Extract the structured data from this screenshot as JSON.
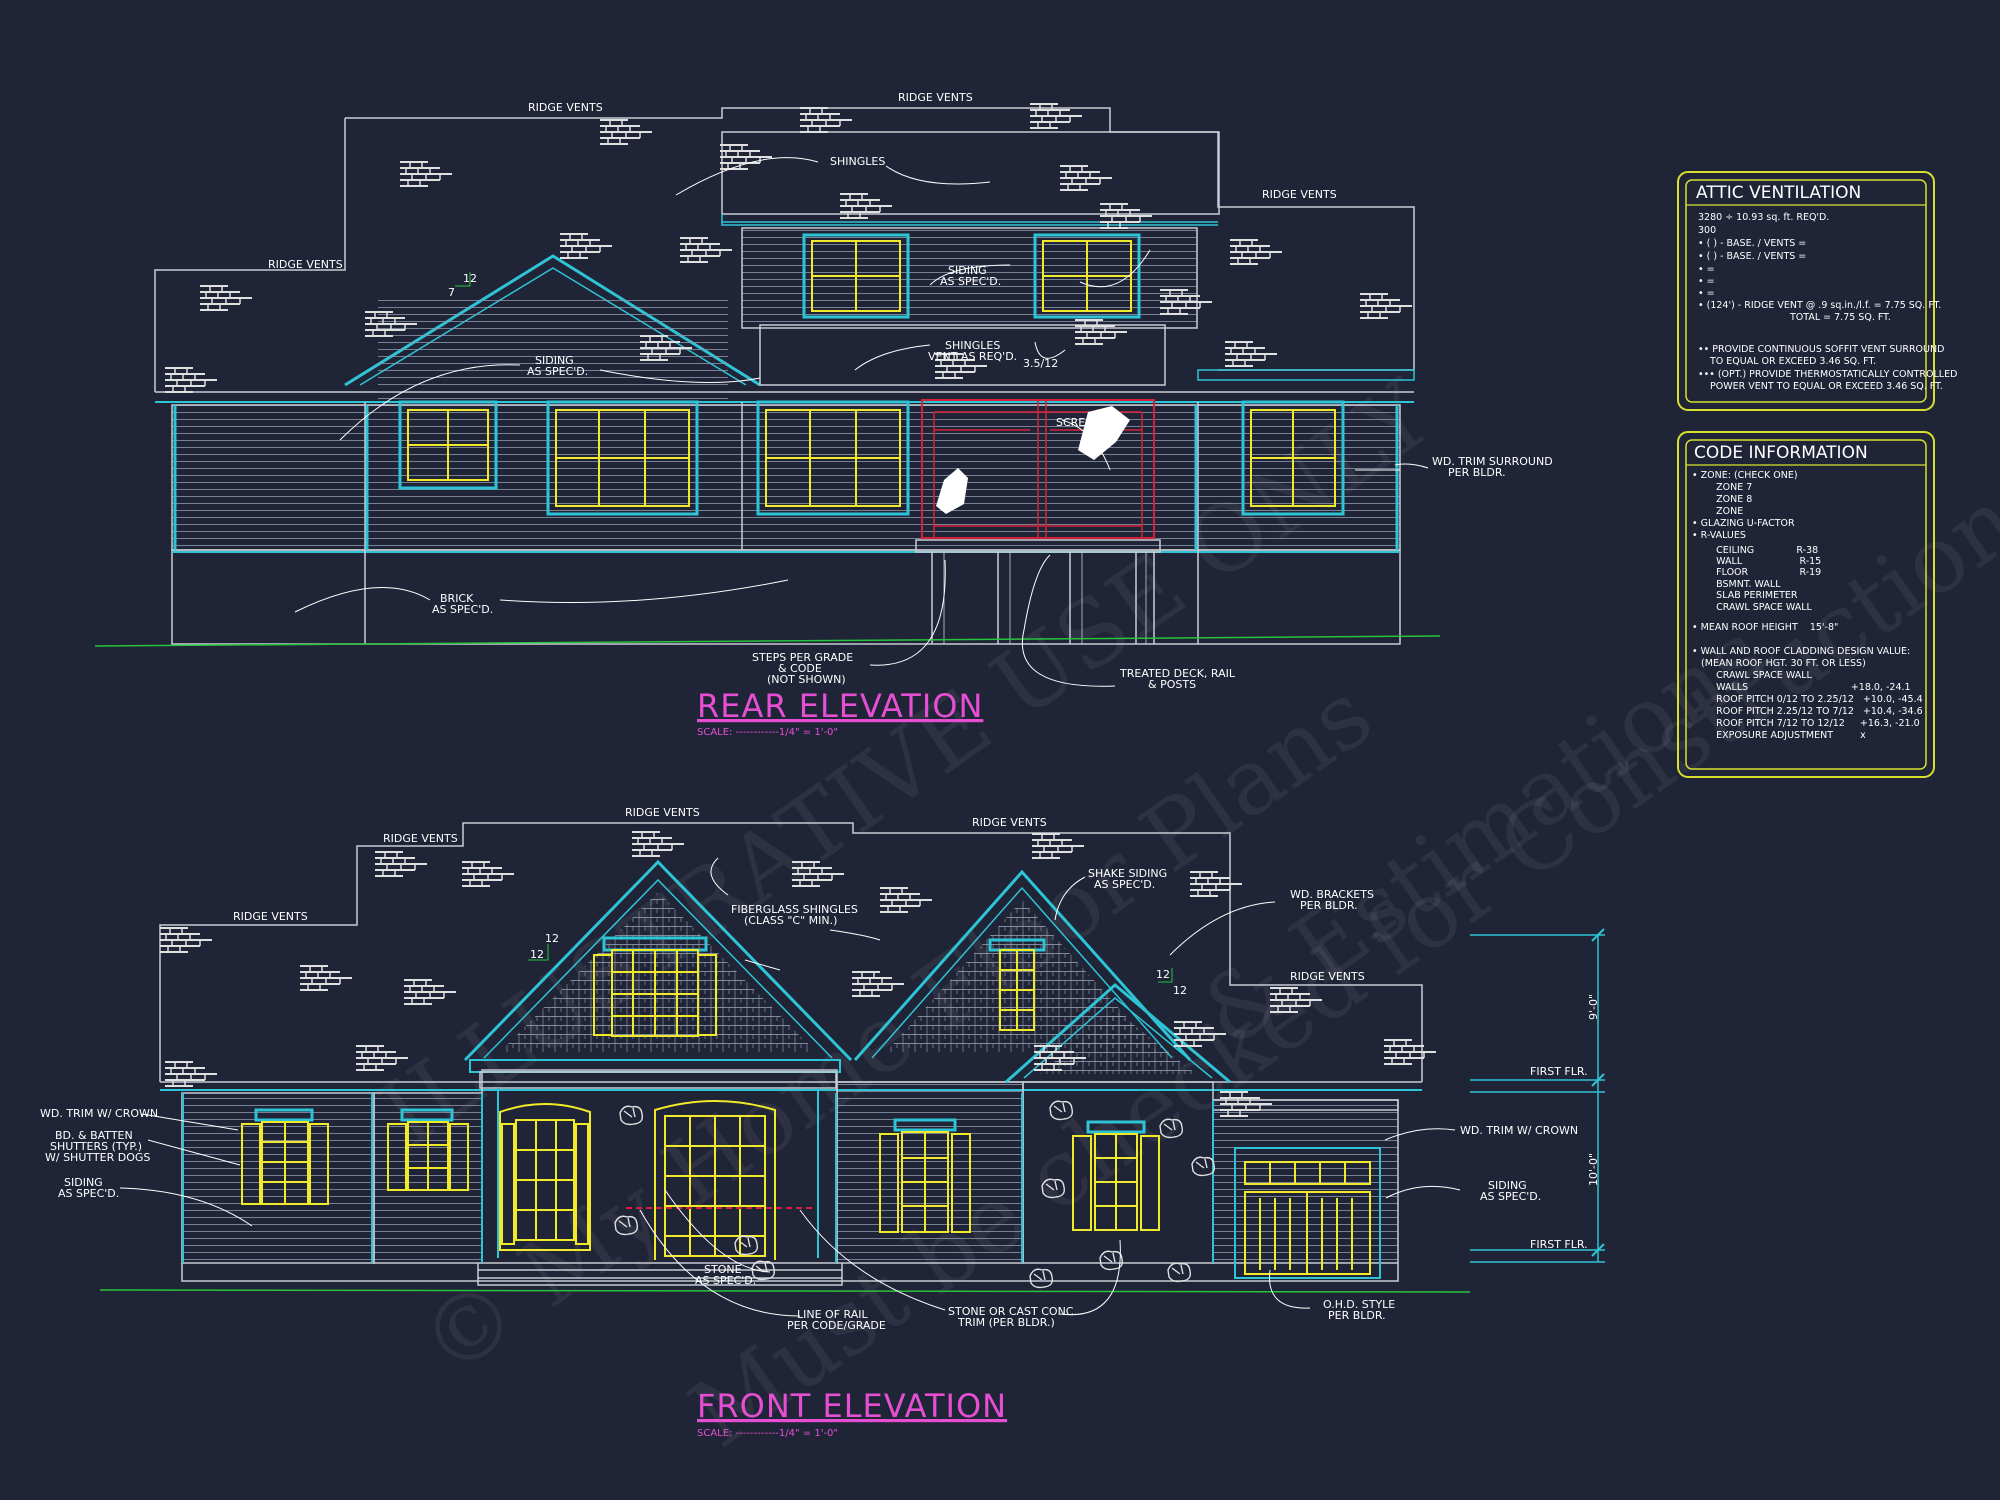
{
  "colors": {
    "background": "#1f2436",
    "linework": "#c9ccd4",
    "cyan": "#2ec4d6",
    "yellow": "#f0ea2a",
    "magenta": "#e64fd3",
    "red": "#d2213a",
    "green": "#27c43b",
    "panel_border": "#d7e02e"
  },
  "watermark": {
    "line1": "© My Home Floor Plans",
    "line2": "ILLUSTRATIVE USE ONLY",
    "line3": "Must be checked for Construction",
    "line4": "& Estimations"
  },
  "rear": {
    "title": "REAR ELEVATION",
    "scale": "SCALE: ------------1/4\" = 1'-0\"",
    "notes": {
      "ridge_vents_1": "RIDGE VENTS",
      "ridge_vents_2": "RIDGE VENTS",
      "ridge_vents_3": "RIDGE VENTS",
      "ridge_vents_4": "RIDGE VENTS",
      "shingles": "SHINGLES",
      "siding_upper_1": "SIDING",
      "siding_upper_2": "AS SPEC'D.",
      "siding_gable_1": "SIDING",
      "siding_gable_2": "AS SPEC'D.",
      "shingles_vent_1": "SHINGLES",
      "shingles_vent_2": "VENT AS REQ'D.",
      "pitch_a_rise": "12",
      "pitch_a_run": "7",
      "pitch_b": "3.5/12",
      "screen": "SCREEN",
      "wd_trim_1": "WD. TRIM SURROUND",
      "wd_trim_2": "PER BLDR.",
      "brick_1": "BRICK",
      "brick_2": "AS SPEC'D.",
      "steps_1": "STEPS PER GRADE",
      "steps_2": "& CODE",
      "steps_3": "(NOT SHOWN)",
      "deck_1": "TREATED DECK, RAIL",
      "deck_2": "& POSTS"
    }
  },
  "front": {
    "title": "FRONT ELEVATION",
    "scale": "SCALE: ------------1/4\" = 1'-0\"",
    "notes": {
      "ridge_vents_1": "RIDGE VENTS",
      "ridge_vents_2": "RIDGE VENTS",
      "ridge_vents_3": "RIDGE VENTS",
      "ridge_vents_4": "RIDGE VENTS",
      "ridge_vents_5": "RIDGE VENTS",
      "fiberglass_1": "FIBERGLASS SHINGLES",
      "fiberglass_2": "(CLASS \"C\" MIN.)",
      "shake_1": "SHAKE SIDING",
      "shake_2": "AS SPEC'D.",
      "brackets_1": "WD. BRACKETS",
      "brackets_2": "PER BLDR.",
      "pitch_a_top": "12",
      "pitch_a_side": "12",
      "pitch_b_top": "12",
      "pitch_b_side": "12",
      "trim_crown_left": "WD. TRIM W/ CROWN",
      "shutters_1": "BD. & BATTEN",
      "shutters_2": "SHUTTERS (TYP.)",
      "shutters_3": "W/ SHUTTER DOGS",
      "siding_left_1": "SIDING",
      "siding_left_2": "AS SPEC'D.",
      "stone_1": "STONE",
      "stone_2": "AS SPEC'D.",
      "rail_1": "LINE OF RAIL",
      "rail_2": "PER CODE/GRADE",
      "stone_trim_1": "STONE OR CAST CONC.",
      "stone_trim_2": "TRIM (PER BLDR.)",
      "trim_crown_right": "WD. TRIM W/ CROWN",
      "siding_right_1": "SIDING",
      "siding_right_2": "AS SPEC'D.",
      "ohd_1": "O.H.D. STYLE",
      "ohd_2": "PER BLDR.",
      "first_flr_1": "FIRST FLR.",
      "first_flr_2": "FIRST FLR.",
      "dim_upper": "9'-0\"",
      "dim_lower": "10'-0\""
    }
  },
  "attic": {
    "title": "ATTIC VENTILATION",
    "line1": "3280 ÷ 10.93 sq. ft. REQ'D.",
    "line2": "300",
    "line3": "• (   ) -          BASE.    /    VENTS   =",
    "line4": "• (   ) -          BASE.    /    VENTS   =",
    "line5": "•                                               =",
    "line6": "•                                               =",
    "line7": "•                                               =",
    "line8": "• (124') - RIDGE VENT @ .9 sq.in./l.f. = 7.75 SQ. FT.",
    "line9": "TOTAL      = 7.75 SQ. FT.",
    "line10": "•• PROVIDE CONTINUOUS SOFFIT VENT SURROUND",
    "line11": "TO EQUAL OR EXCEED  3.46 SQ. FT.",
    "line12": "••• (OPT.) PROVIDE THERMOSTATICALLY CONTROLLED",
    "line13": "POWER VENT TO EQUAL OR EXCEED  3.46 SQ. FT."
  },
  "code": {
    "title": "CODE INFORMATION",
    "lines": [
      "• ZONE: (CHECK ONE)",
      "        ZONE 7",
      "        ZONE 8",
      "        ZONE",
      "• GLAZING U-FACTOR",
      "• R-VALUES",
      "        CEILING              R-38",
      "        WALL                   R-15",
      "        FLOOR                 R-19",
      "        BSMNT. WALL",
      "        SLAB PERIMETER",
      "        CRAWL SPACE WALL",
      "• MEAN ROOF HEIGHT    15'-8\"",
      "",
      "• WALL AND ROOF CLADDING DESIGN VALUE:",
      "   (MEAN ROOF HGT. 30 FT. OR LESS)",
      "        CRAWL SPACE WALL",
      "        WALLS                                  +18.0, -24.1",
      "        ROOF PITCH 0/12 TO 2.25/12   +10.0, -45.4",
      "        ROOF PITCH 2.25/12 TO 7/12   +10.4, -34.6",
      "        ROOF PITCH 7/12 TO 12/12     +16.3, -21.0",
      "        EXPOSURE ADJUSTMENT         x"
    ]
  }
}
